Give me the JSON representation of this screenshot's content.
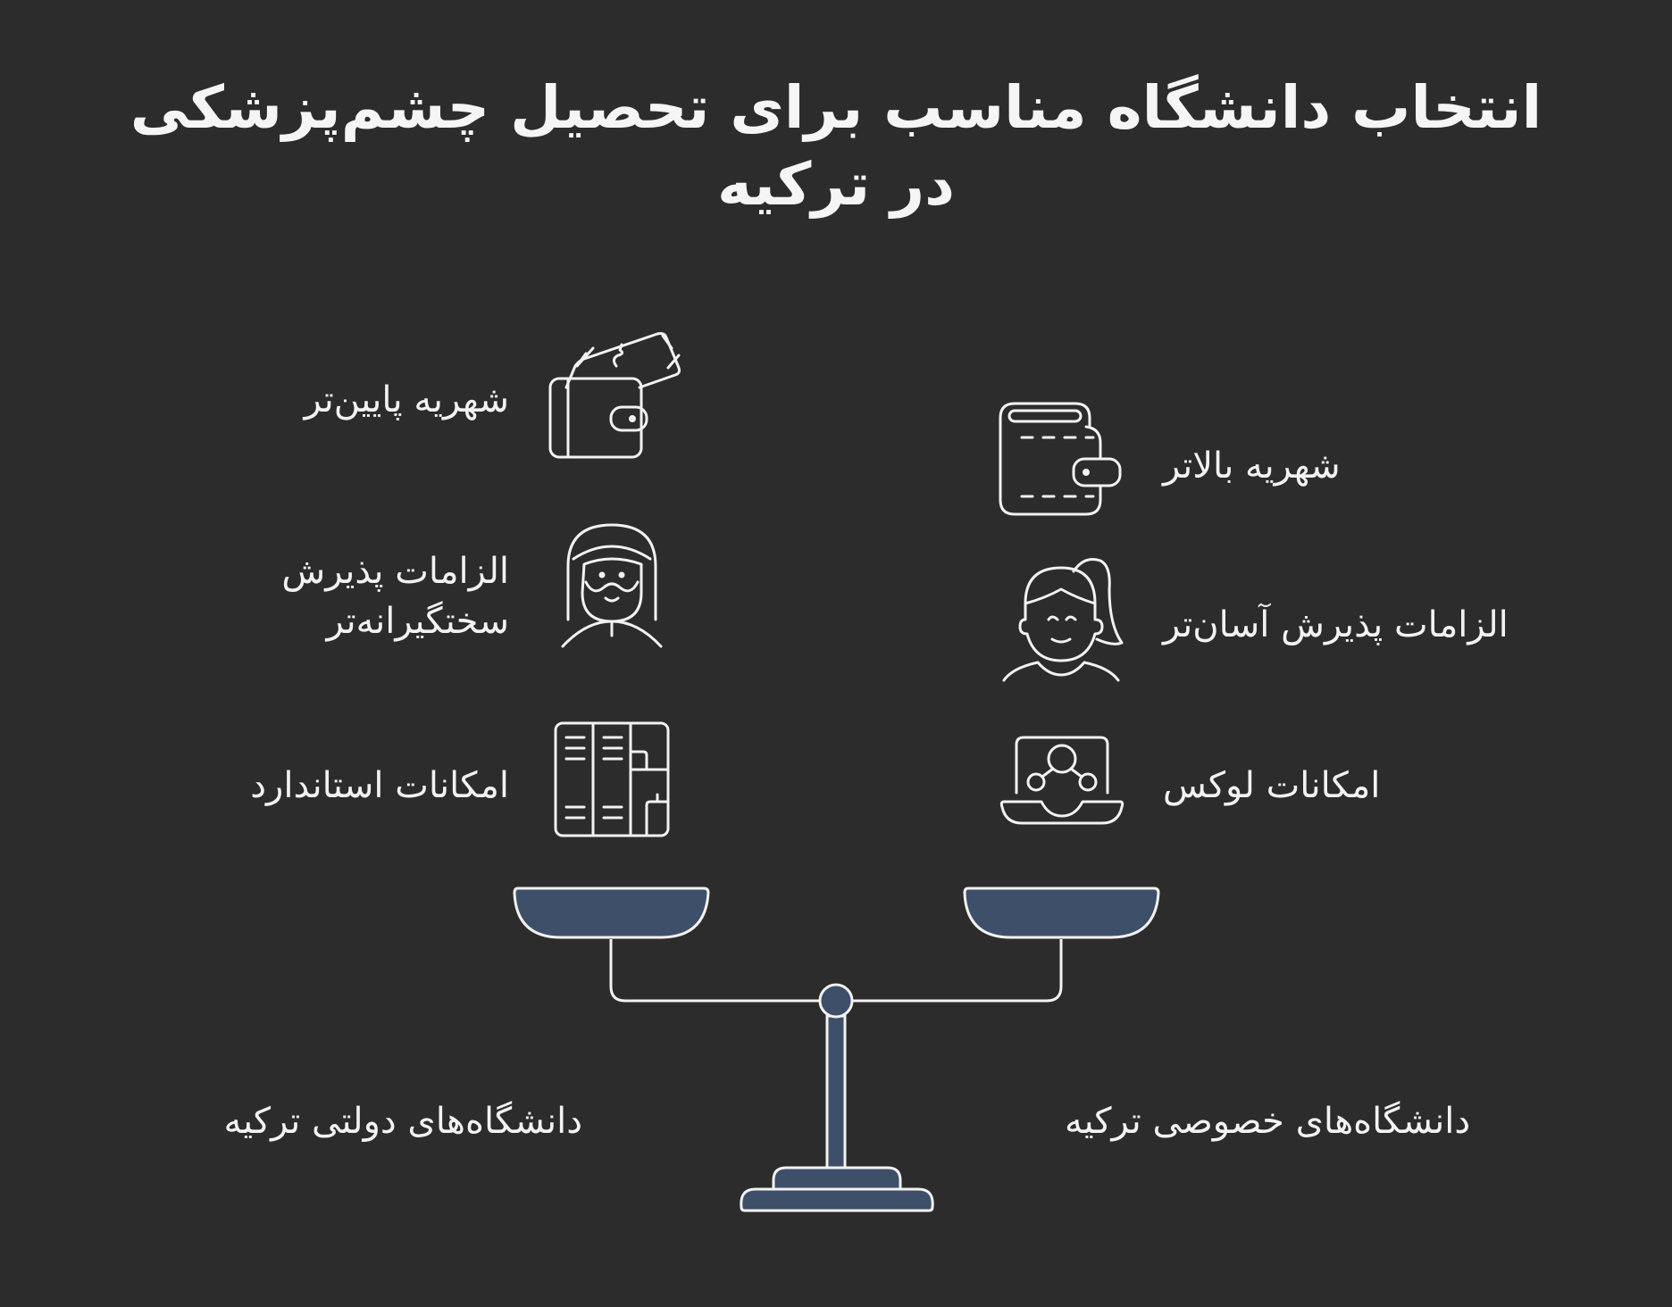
{
  "title": "انتخاب دانشگاه مناسب برای تحصیل چشم‌پزشکی در ترکیه",
  "left_side": {
    "group_label": "دانشگاه‌های دولتی ترکیه",
    "items": [
      {
        "label": "شهریه پایین‌تر",
        "icon": "wallet-with-cash-icon"
      },
      {
        "label_line1": "الزامات پذیرش",
        "label_line2": "سختگیرانه‌تر",
        "icon": "bearded-man-headscarf-icon"
      },
      {
        "label": "امکانات استاندارد",
        "icon": "lockers-icon"
      }
    ]
  },
  "right_side": {
    "group_label": "دانشگاه‌های خصوصی ترکیه",
    "items": [
      {
        "label": "شهریه بالاتر",
        "icon": "wallet-icon"
      },
      {
        "label": "الزامات پذیرش آسان‌تر",
        "icon": "woman-ponytail-icon"
      },
      {
        "label": "امکانات لوکس",
        "icon": "laptop-network-icon"
      }
    ]
  },
  "colors": {
    "background": "#2c2c2c",
    "stroke": "#f2f2f2",
    "scale_fill": "#3e4f6a"
  }
}
